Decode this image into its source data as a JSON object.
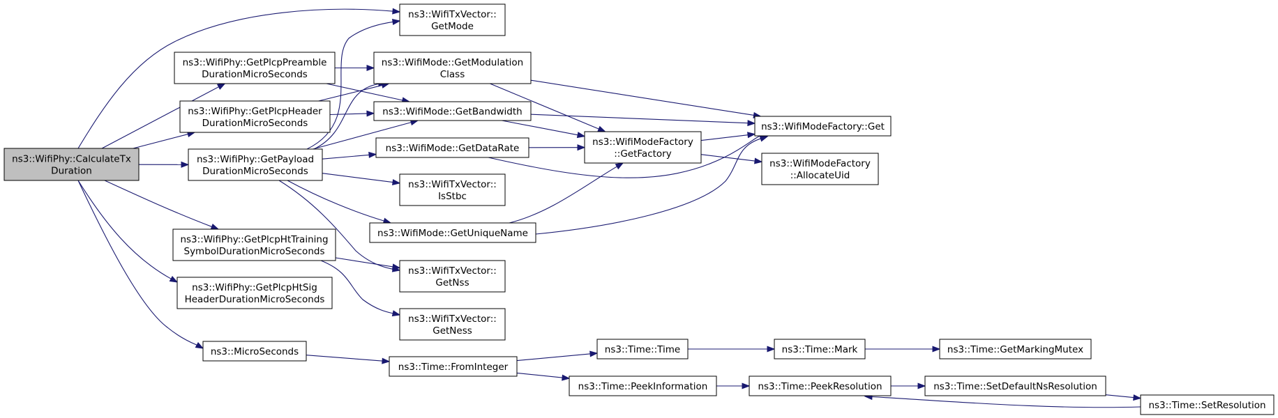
{
  "diagram": {
    "nodes": [
      {
        "id": "calcTx",
        "lines": [
          "ns3::WifiPhy::CalculateTx",
          "Duration"
        ],
        "highlighted": true
      },
      {
        "id": "txGetMode",
        "lines": [
          "ns3::WifiTxVector::",
          "GetMode"
        ]
      },
      {
        "id": "preamble",
        "lines": [
          "ns3::WifiPhy::GetPlcpPreamble",
          "DurationMicroSeconds"
        ]
      },
      {
        "id": "modClass",
        "lines": [
          "ns3::WifiMode::GetModulation",
          "Class"
        ]
      },
      {
        "id": "header",
        "lines": [
          "ns3::WifiPhy::GetPlcpHeader",
          "DurationMicroSeconds"
        ]
      },
      {
        "id": "bandwidth",
        "lines": [
          "ns3::WifiMode::GetBandwidth"
        ]
      },
      {
        "id": "factoryGet",
        "lines": [
          "ns3::WifiModeFactory::Get"
        ]
      },
      {
        "id": "payload",
        "lines": [
          "ns3::WifiPhy::GetPayload",
          "DurationMicroSeconds"
        ]
      },
      {
        "id": "dataRate",
        "lines": [
          "ns3::WifiMode::GetDataRate"
        ]
      },
      {
        "id": "getFactory",
        "lines": [
          "ns3::WifiModeFactory",
          "::GetFactory"
        ]
      },
      {
        "id": "allocUid",
        "lines": [
          "ns3::WifiModeFactory",
          "::AllocateUid"
        ]
      },
      {
        "id": "isStbc",
        "lines": [
          "ns3::WifiTxVector::",
          "IsStbc"
        ]
      },
      {
        "id": "uniqueName",
        "lines": [
          "ns3::WifiMode::GetUniqueName"
        ]
      },
      {
        "id": "htTraining",
        "lines": [
          "ns3::WifiPhy::GetPlcpHtTraining",
          "SymbolDurationMicroSeconds"
        ]
      },
      {
        "id": "getNss",
        "lines": [
          "ns3::WifiTxVector::",
          "GetNss"
        ]
      },
      {
        "id": "htSig",
        "lines": [
          "ns3::WifiPhy::GetPlcpHtSig",
          "HeaderDurationMicroSeconds"
        ]
      },
      {
        "id": "getNess",
        "lines": [
          "ns3::WifiTxVector::",
          "GetNess"
        ]
      },
      {
        "id": "micro",
        "lines": [
          "ns3::MicroSeconds"
        ]
      },
      {
        "id": "fromInt",
        "lines": [
          "ns3::Time::FromInteger"
        ]
      },
      {
        "id": "timeTime",
        "lines": [
          "ns3::Time::Time"
        ]
      },
      {
        "id": "mark",
        "lines": [
          "ns3::Time::Mark"
        ]
      },
      {
        "id": "markMutex",
        "lines": [
          "ns3::Time::GetMarkingMutex"
        ]
      },
      {
        "id": "peekInfo",
        "lines": [
          "ns3::Time::PeekInformation"
        ]
      },
      {
        "id": "peekRes",
        "lines": [
          "ns3::Time::PeekResolution"
        ]
      },
      {
        "id": "setDefNs",
        "lines": [
          "ns3::Time::SetDefaultNsResolution"
        ]
      },
      {
        "id": "setRes",
        "lines": [
          "ns3::Time::SetResolution"
        ]
      }
    ],
    "edges": [
      {
        "from": "calcTx",
        "to": "txGetMode"
      },
      {
        "from": "calcTx",
        "to": "preamble"
      },
      {
        "from": "calcTx",
        "to": "header"
      },
      {
        "from": "calcTx",
        "to": "payload"
      },
      {
        "from": "calcTx",
        "to": "htTraining"
      },
      {
        "from": "calcTx",
        "to": "htSig"
      },
      {
        "from": "calcTx",
        "to": "micro"
      },
      {
        "from": "preamble",
        "to": "modClass"
      },
      {
        "from": "preamble",
        "to": "bandwidth"
      },
      {
        "from": "header",
        "to": "modClass"
      },
      {
        "from": "header",
        "to": "bandwidth"
      },
      {
        "from": "modClass",
        "to": "factoryGet"
      },
      {
        "from": "modClass",
        "to": "getFactory"
      },
      {
        "from": "bandwidth",
        "to": "factoryGet"
      },
      {
        "from": "bandwidth",
        "to": "getFactory"
      },
      {
        "from": "payload",
        "to": "txGetMode"
      },
      {
        "from": "payload",
        "to": "modClass"
      },
      {
        "from": "payload",
        "to": "bandwidth"
      },
      {
        "from": "payload",
        "to": "dataRate"
      },
      {
        "from": "payload",
        "to": "isStbc"
      },
      {
        "from": "payload",
        "to": "uniqueName"
      },
      {
        "from": "payload",
        "to": "getNss"
      },
      {
        "from": "dataRate",
        "to": "getFactory"
      },
      {
        "from": "dataRate",
        "to": "factoryGet"
      },
      {
        "from": "uniqueName",
        "to": "getFactory"
      },
      {
        "from": "uniqueName",
        "to": "factoryGet"
      },
      {
        "from": "getFactory",
        "to": "factoryGet"
      },
      {
        "from": "getFactory",
        "to": "allocUid"
      },
      {
        "from": "htTraining",
        "to": "getNss"
      },
      {
        "from": "htTraining",
        "to": "getNess"
      },
      {
        "from": "micro",
        "to": "fromInt"
      },
      {
        "from": "fromInt",
        "to": "timeTime"
      },
      {
        "from": "fromInt",
        "to": "peekInfo"
      },
      {
        "from": "timeTime",
        "to": "mark"
      },
      {
        "from": "mark",
        "to": "markMutex"
      },
      {
        "from": "peekInfo",
        "to": "peekRes"
      },
      {
        "from": "peekRes",
        "to": "setDefNs"
      },
      {
        "from": "setDefNs",
        "to": "setRes"
      },
      {
        "from": "setRes",
        "to": "peekRes"
      }
    ]
  }
}
